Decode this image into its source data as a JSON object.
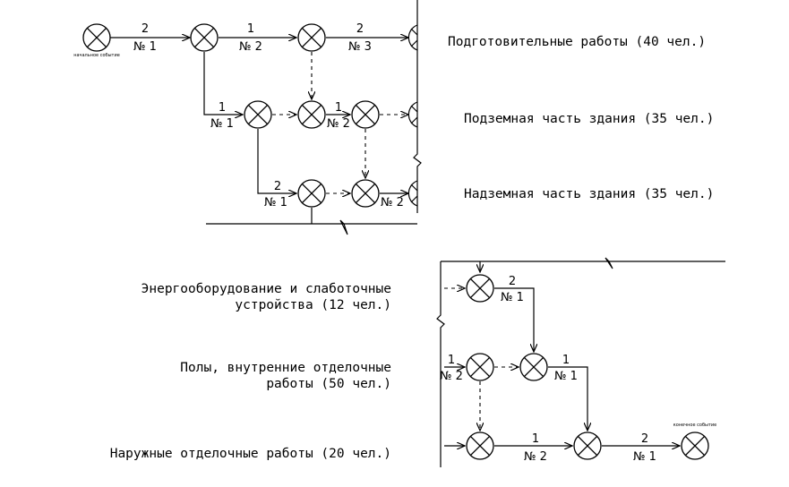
{
  "top_network": {
    "start_event_label": "начальное событие",
    "arrows": [
      {
        "duration": "2",
        "label": "№ 1"
      },
      {
        "duration": "1",
        "label": "№ 2"
      },
      {
        "duration": "2",
        "label": "№ 3"
      },
      {
        "duration": "1",
        "label": "№ 1"
      },
      {
        "duration": "1",
        "label": "№ 2"
      },
      {
        "duration": "2",
        "label": "№ 1"
      },
      {
        "duration": "",
        "label": "№ 2"
      }
    ],
    "descriptions": [
      "Подготовительные работы (40 чел.)",
      "Подземная часть здания (35 чел.)",
      "Надземная часть здания (35 чел.)"
    ]
  },
  "bottom_network": {
    "end_event_label": "конечное событие",
    "arrows": [
      {
        "duration": "2",
        "label": "№ 1"
      },
      {
        "duration": "1",
        "label": "№ 2"
      },
      {
        "duration": "1",
        "label": "№ 1"
      },
      {
        "duration": "1",
        "label": "№ 2"
      },
      {
        "duration": "2",
        "label": "№ 1"
      }
    ],
    "descriptions": [
      "Энергооборудование и слаботочные",
      "устройства (12 чел.)",
      "Полы, внутренние отделочные",
      "работы (50 чел.)",
      "Наружные отделочные работы (20 чел.)"
    ]
  }
}
